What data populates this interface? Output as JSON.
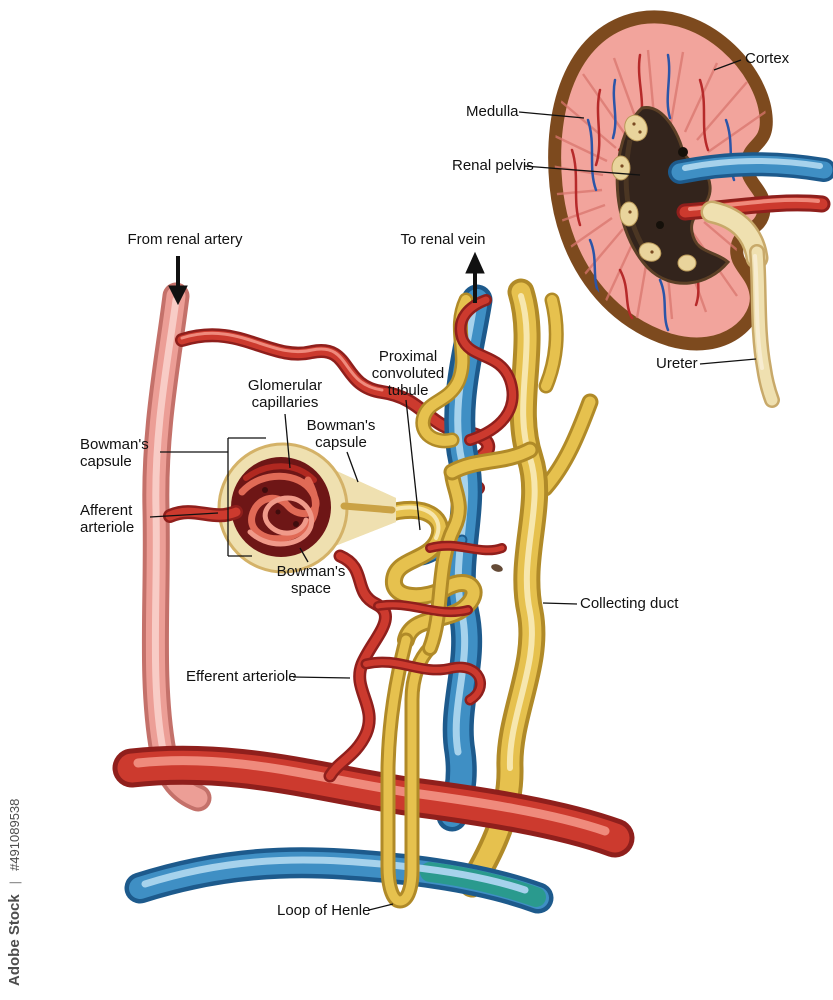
{
  "watermark": {
    "brand": "Adobe Stock",
    "separator": "|",
    "id": "#491089538"
  },
  "kidney": {
    "labels": {
      "cortex": "Cortex",
      "medulla": "Medulla",
      "renal_pelvis": "Renal pelvis",
      "ureter": "Ureter"
    }
  },
  "nephron": {
    "labels": {
      "from_renal_artery": "From renal artery",
      "to_renal_vein": "To renal vein",
      "proximal_convoluted_tubule": "Proximal convoluted tubule",
      "glomerular_capillaries": "Glomerular capillaries",
      "bowmans_capsule_left": "Bowman's capsule",
      "bowmans_capsule_right": "Bowman's capsule",
      "afferent_arteriole": "Afferent arteriole",
      "bowmans_space": "Bowman's space",
      "efferent_arteriole": "Efferent arteriole",
      "collecting_duct": "Collecting duct",
      "loop_of_henle": "Loop of Henle"
    }
  },
  "colors": {
    "red": "#cc3a2e",
    "pink": "#ec9e96",
    "blue": "#3f8fc4",
    "teal": "#2a9a8e",
    "yellow": "#e6c14e",
    "cream": "#efe0b0",
    "kidney_pink": "#f2a49c",
    "kidney_rim": "#7d4a1e",
    "pelvis_brown": "#33241c",
    "label_ink": "#111111",
    "watermark": "#4d4d4d"
  }
}
